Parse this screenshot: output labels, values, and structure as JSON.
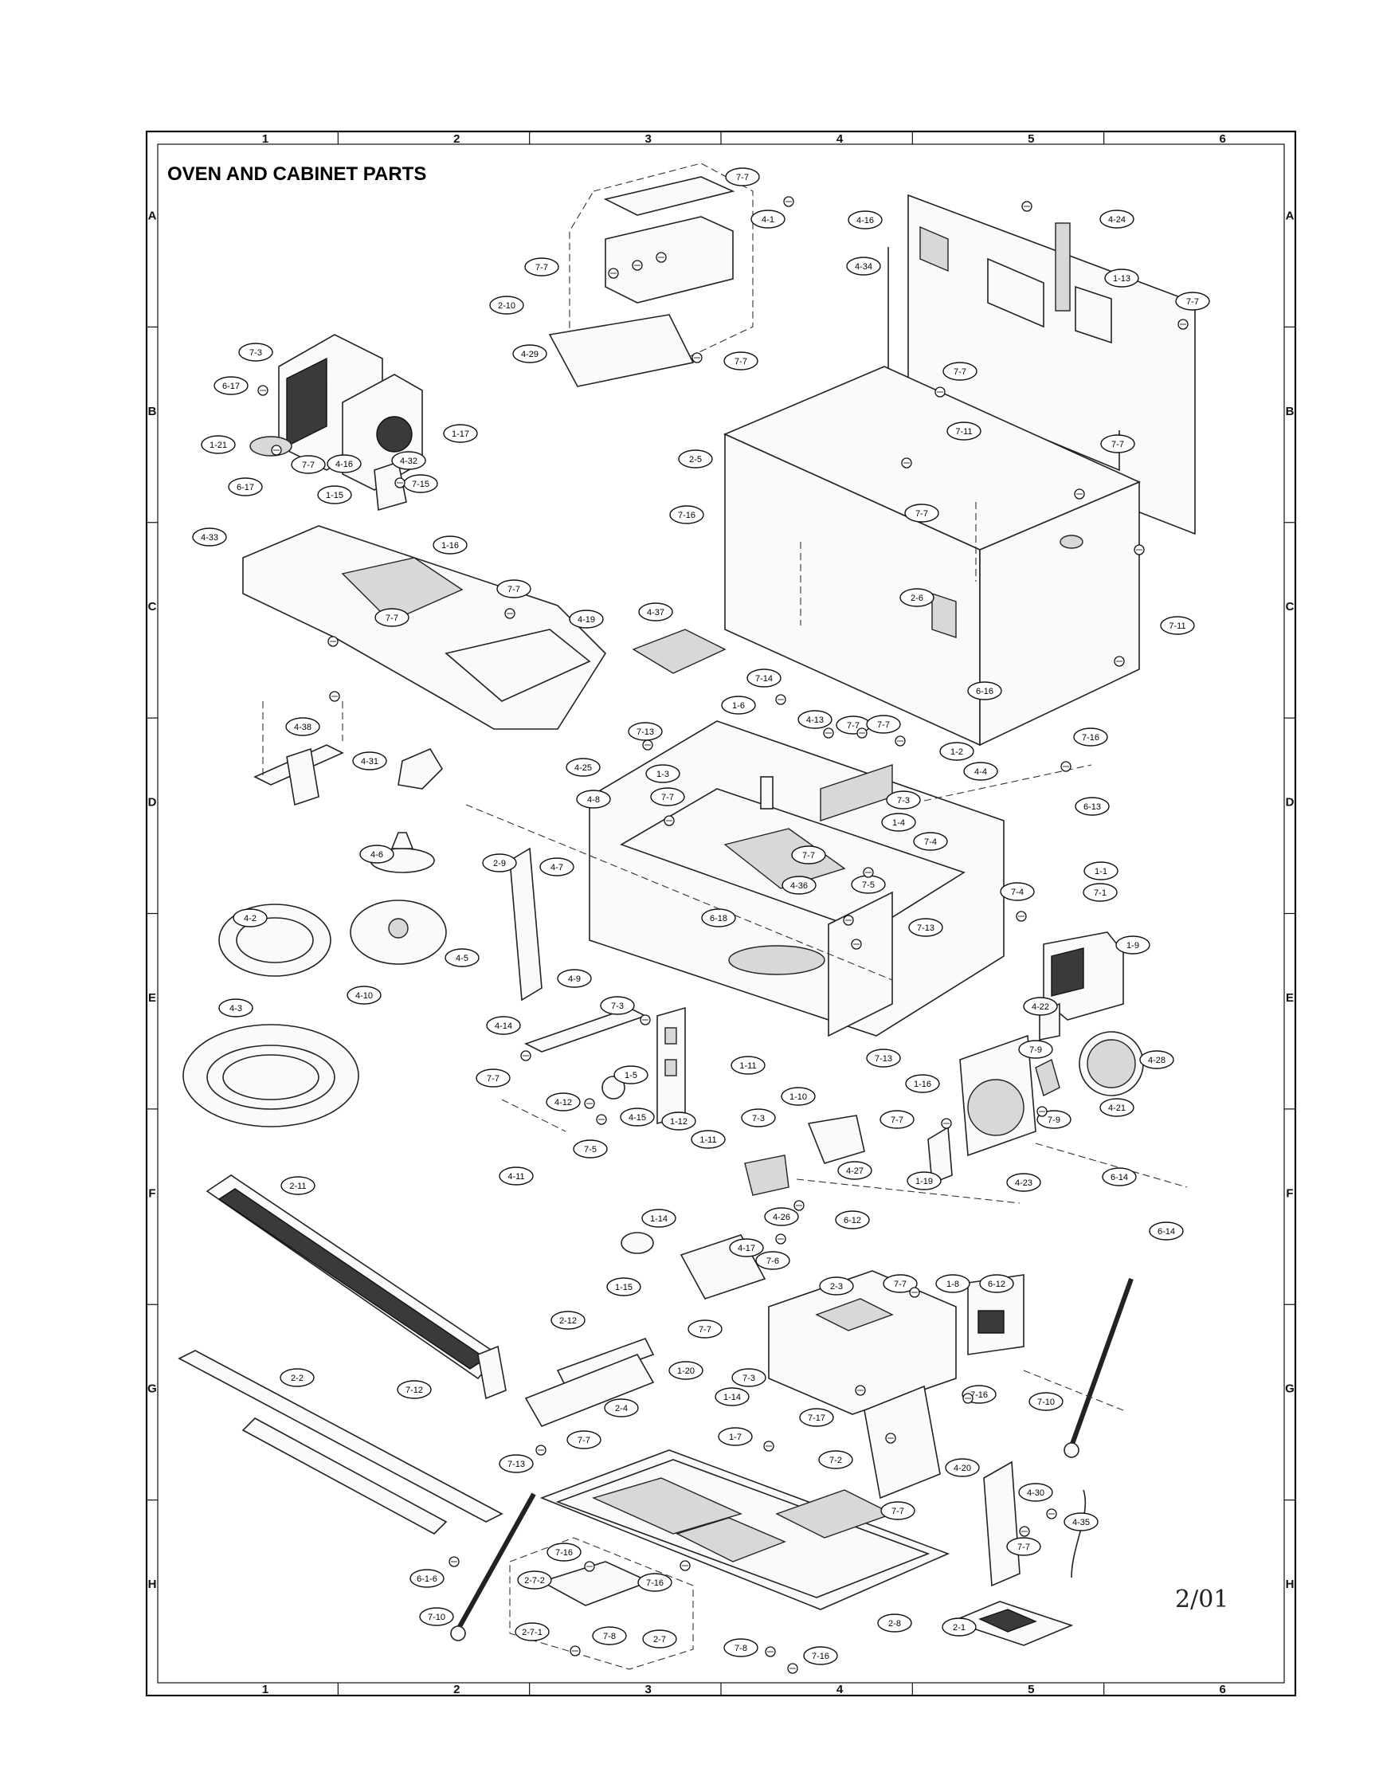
{
  "diagram": {
    "title": "OVEN AND CABINET PARTS",
    "date_note": "2/01",
    "grid_columns": [
      "1",
      "2",
      "3",
      "4",
      "5",
      "6"
    ],
    "grid_rows": [
      "A",
      "B",
      "C",
      "D",
      "E",
      "F",
      "G",
      "H"
    ],
    "part_callouts": [
      "7-7",
      "4-1",
      "7-7",
      "2-10",
      "4-29",
      "7-7",
      "4-16",
      "4-24",
      "4-34",
      "1-13",
      "7-7",
      "7-7",
      "7-3",
      "6-17",
      "1-17",
      "1-21",
      "4-16",
      "4-32",
      "7-15",
      "7-7",
      "6-17",
      "1-15",
      "1-16",
      "4-33",
      "7-7",
      "7-11",
      "2-5",
      "7-7",
      "7-16",
      "7-7",
      "7-7",
      "4-19",
      "4-37",
      "2-6",
      "7-11",
      "4-38",
      "4-31",
      "7-14",
      "1-6",
      "4-13",
      "7-7",
      "7-7",
      "6-16",
      "7-16",
      "7-13",
      "4-25",
      "1-3",
      "7-7",
      "7-3",
      "1-2",
      "4-4",
      "4-8",
      "1-4",
      "7-4",
      "6-13",
      "4-6",
      "4-7",
      "2-9",
      "7-7",
      "4-36",
      "7-5",
      "7-4",
      "1-1",
      "7-1",
      "4-2",
      "4-5",
      "6-18",
      "7-13",
      "1-9",
      "4-10",
      "4-9",
      "4-3",
      "7-3",
      "4-14",
      "4-22",
      "4-28",
      "7-7",
      "4-12",
      "1-5",
      "1-11",
      "7-13",
      "7-9",
      "1-10",
      "1-16",
      "4-21",
      "4-15",
      "1-12",
      "7-3",
      "7-7",
      "7-9",
      "7-5",
      "1-11",
      "4-27",
      "1-19",
      "4-23",
      "6-14",
      "4-11",
      "4-26",
      "6-12",
      "6-14",
      "2-11",
      "1-14",
      "4-17",
      "7-6",
      "1-15",
      "2-3",
      "7-7",
      "1-8",
      "6-12",
      "2-12",
      "7-7",
      "7-12",
      "2-4",
      "1-20",
      "7-3",
      "1-14",
      "7-17",
      "7-16",
      "7-10",
      "2-2",
      "7-7",
      "1-7",
      "7-13",
      "7-2",
      "4-20",
      "7-7",
      "4-30",
      "7-7",
      "4-35",
      "7-16",
      "6-1-6",
      "2-7-2",
      "7-16",
      "7-10",
      "2-7-1",
      "7-8",
      "2-7",
      "7-8",
      "7-16",
      "2-8",
      "2-1"
    ]
  }
}
